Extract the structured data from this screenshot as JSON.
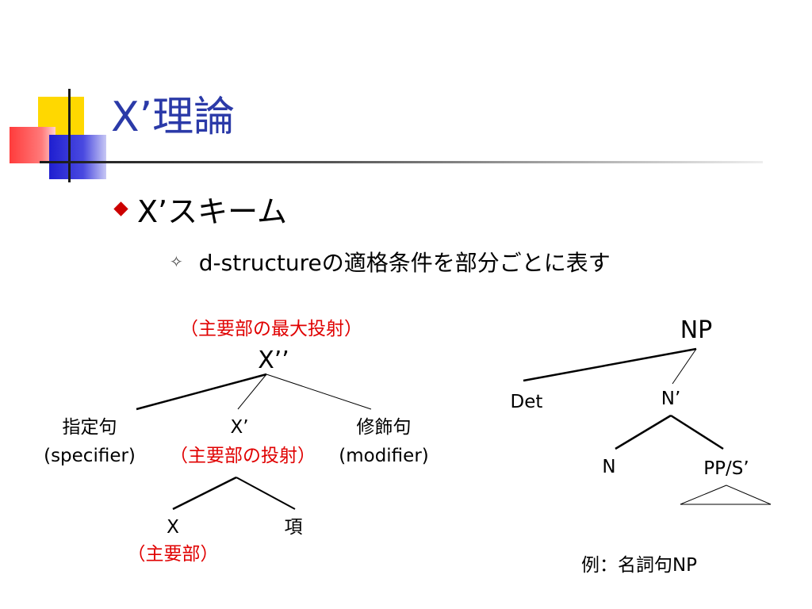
{
  "title": "X’理論",
  "bullets": {
    "level1": "X’スキーム",
    "level2": "d-structureの適格条件を部分ごとに表す"
  },
  "left_tree": {
    "root_note": "（主要部の最大投射）",
    "root": "X’’",
    "specifier_ja": "指定句",
    "specifier_en": "(specifier)",
    "xbar": "X’",
    "xbar_note": "（主要部の投射）",
    "modifier_ja": "修飾句",
    "modifier_en": "(modifier)",
    "head": "X",
    "head_note": "（主要部）",
    "complement": "項"
  },
  "right_tree": {
    "root": "NP",
    "det": "Det",
    "nbar": "N’",
    "n": "N",
    "ppsbar": "PP/S’",
    "caption": "例：名詞句NP"
  },
  "colors": {
    "title": "#2b3aa8",
    "bullet_diamond": "#cc0000",
    "annotation": "#e00000",
    "deco_yellow": "#ffd800",
    "deco_blue": "#2a2ad0",
    "deco_red": "#ff4a4a"
  }
}
